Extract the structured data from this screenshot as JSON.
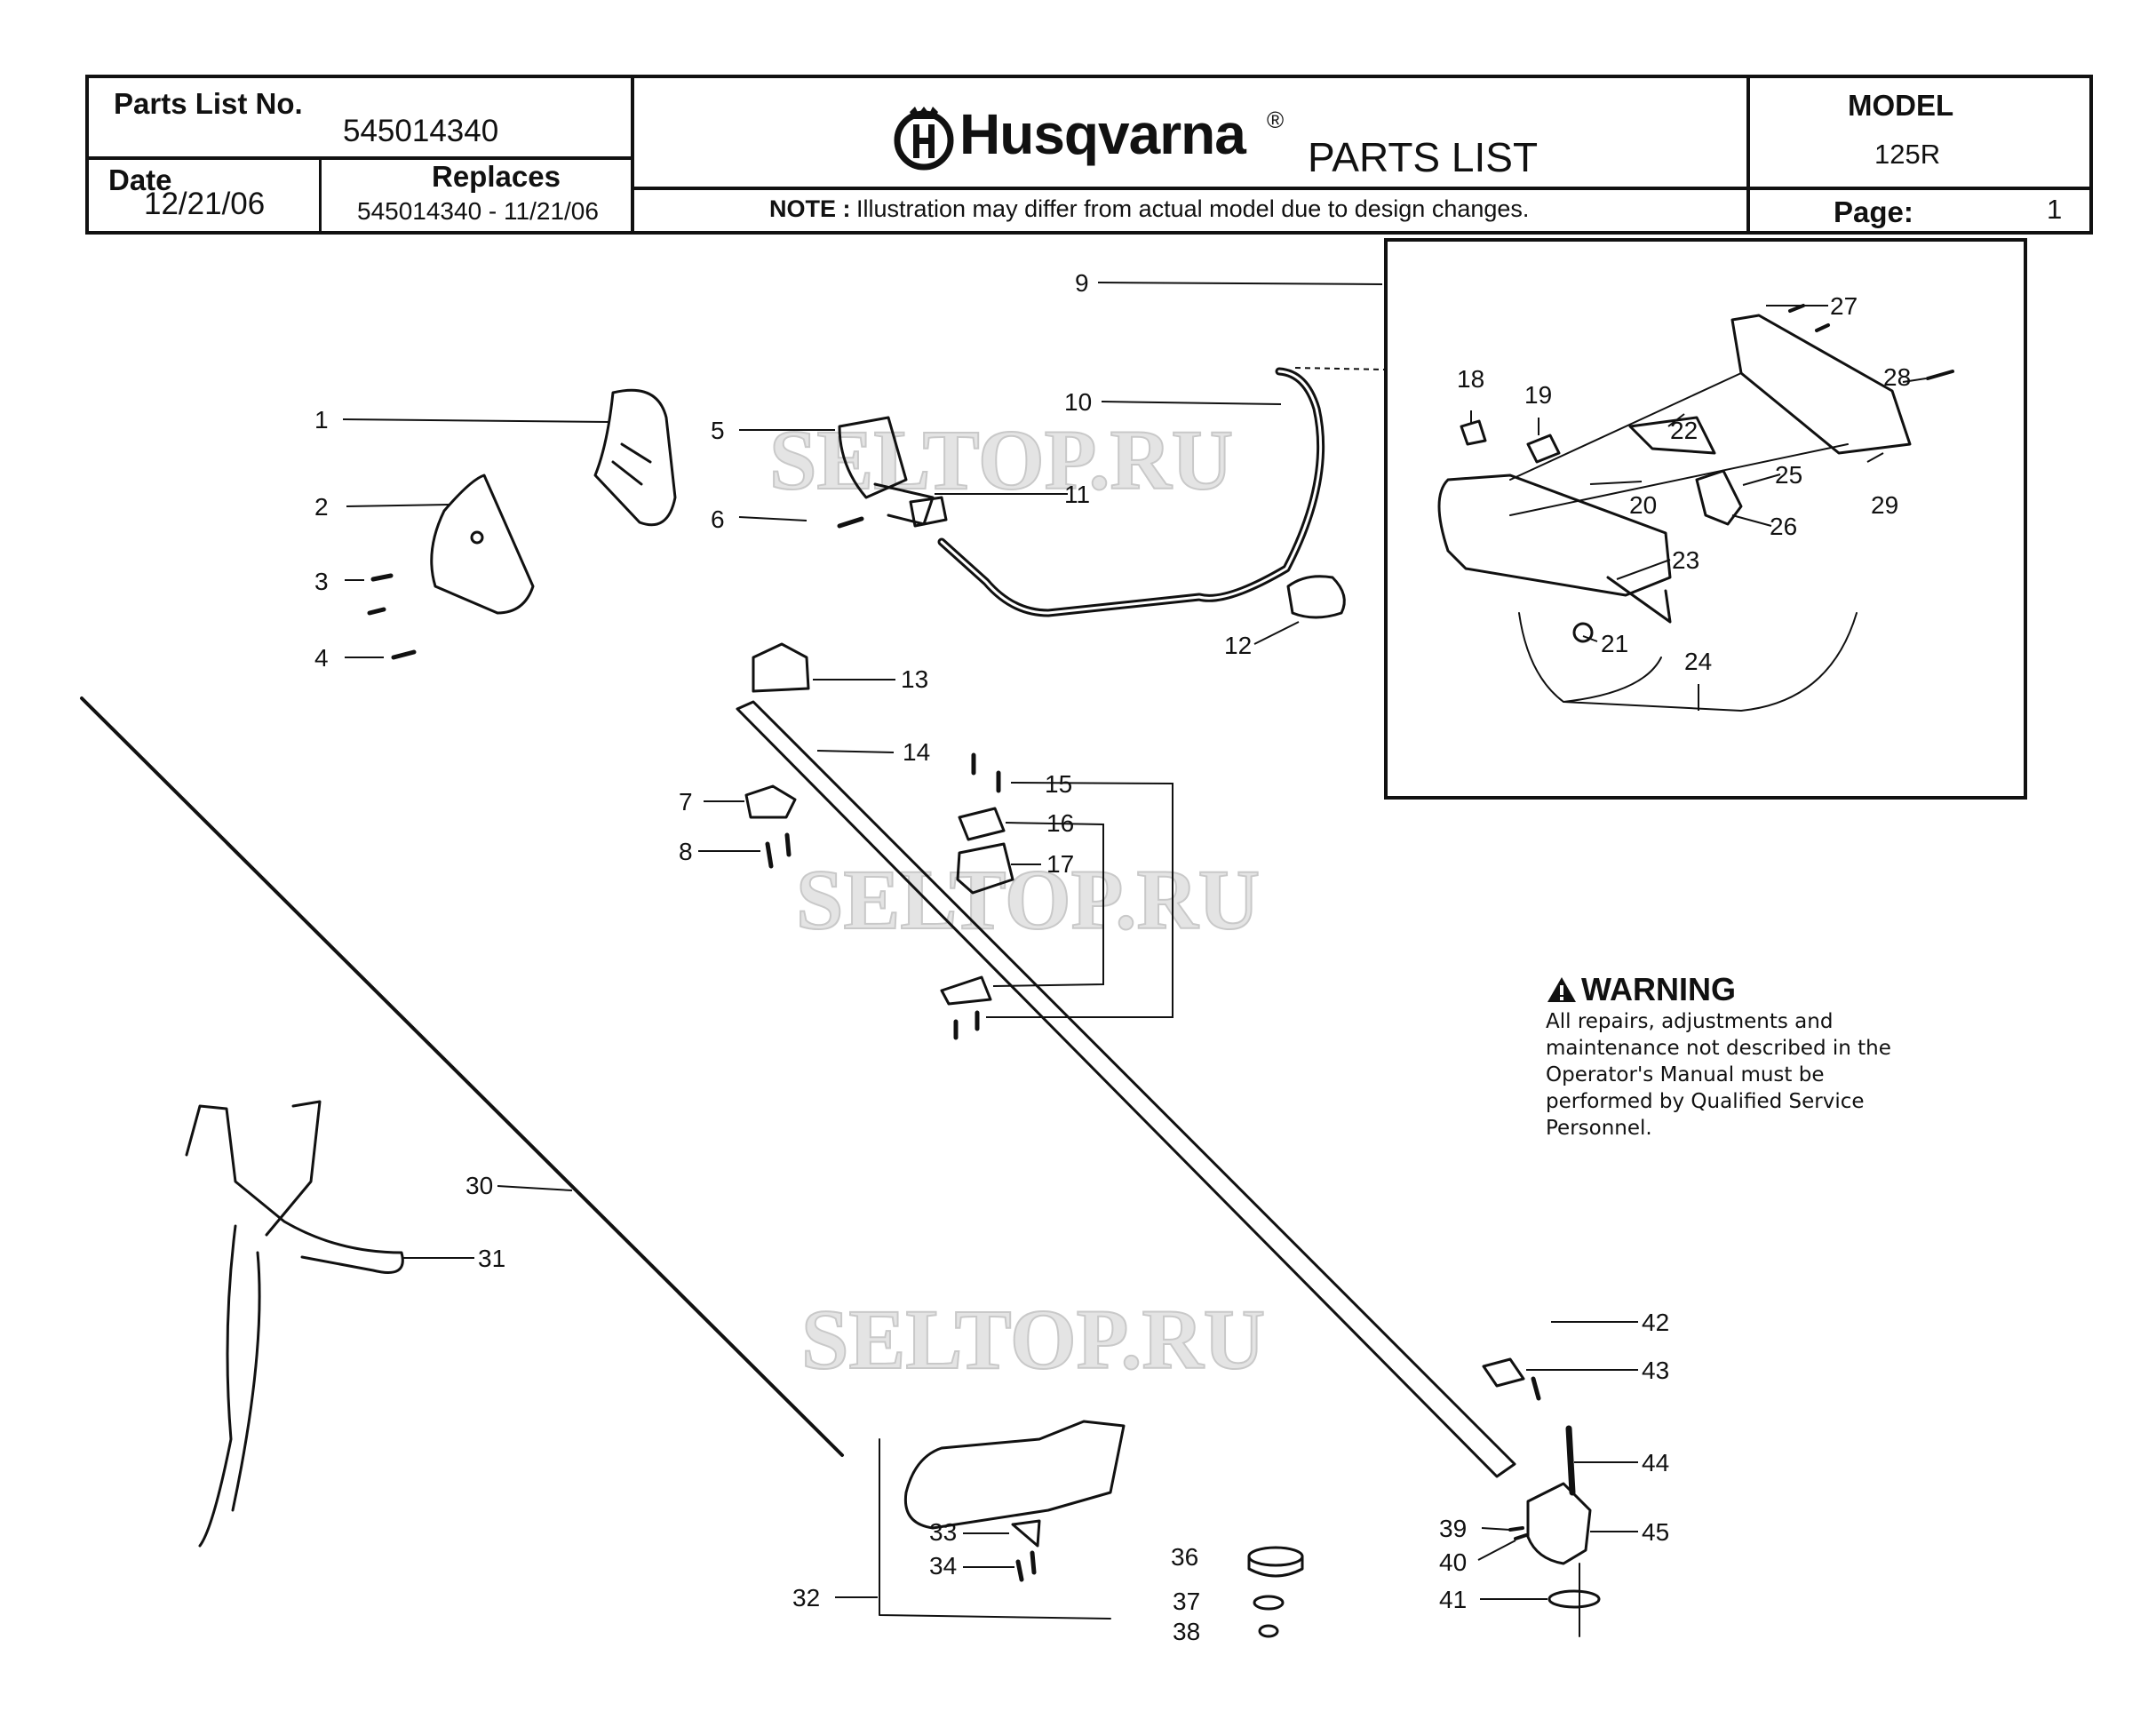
{
  "header": {
    "parts_list_label": "Parts List No.",
    "parts_list_number": "545014340",
    "date_label": "Date",
    "date_value": "12/21/06",
    "replaces_label": "Replaces",
    "replaces_value": "545014340 - 11/21/06",
    "brand": "Husqvarna",
    "registered_mark": "®",
    "doc_title": "PARTS LIST",
    "note_label": "NOTE :",
    "note_text": "Illustration may differ from actual model due to design changes.",
    "model_label": "MODEL",
    "model_value": "125R",
    "page_label": "Page:",
    "page_value": "1"
  },
  "watermark": "SELTOP.RU",
  "warning": {
    "title": "WARNING",
    "body": "All repairs, adjustments and maintenance not described in the Operator's Manual must be performed by Qualified Service Personnel."
  },
  "parts": [
    "1",
    "2",
    "3",
    "4",
    "5",
    "6",
    "7",
    "8",
    "9",
    "10",
    "11",
    "12",
    "13",
    "14",
    "15",
    "16",
    "17",
    "18",
    "19",
    "20",
    "21",
    "22",
    "23",
    "24",
    "25",
    "26",
    "27",
    "28",
    "29",
    "30",
    "31",
    "32",
    "33",
    "34",
    "36",
    "37",
    "38",
    "39",
    "40",
    "41",
    "42",
    "43",
    "44",
    "45"
  ]
}
